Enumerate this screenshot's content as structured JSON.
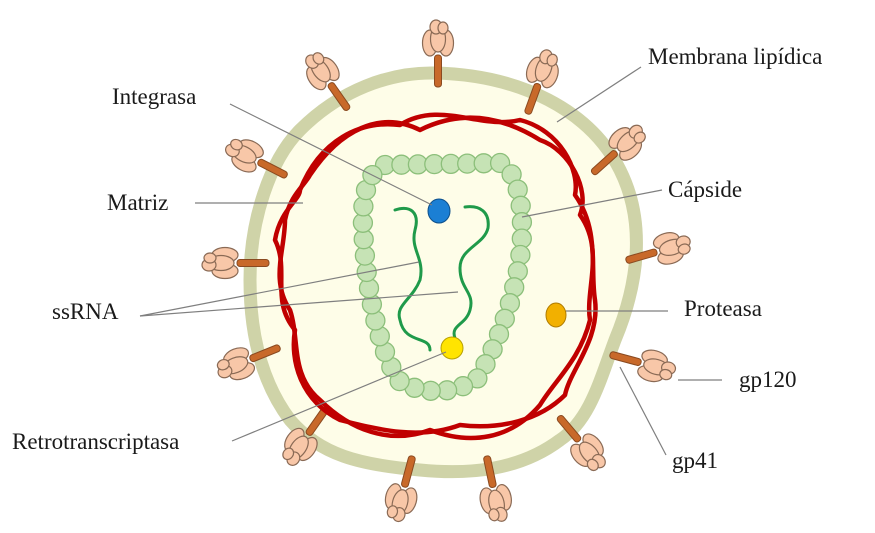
{
  "labels": {
    "membrana": "Membrana lipídica",
    "integrasa": "Integrasa",
    "capside": "Cápside",
    "matriz": "Matriz",
    "ssrna": "ssRNA",
    "proteasa": "Proteasa",
    "gp120": "gp120",
    "gp41": "gp41",
    "retro": "Retrotranscriptasa"
  },
  "colors": {
    "membrane": "#cfd3a8",
    "cytoplasm": "#fefde8",
    "matrix": "#c00000",
    "capsid_fill": "#c6e3b5",
    "capsid_stroke": "#8cbf7a",
    "rna": "#1f9a4a",
    "integrase": "#1b7fd4",
    "protease": "#f2b000",
    "reverse_transcriptase": "#ffe400",
    "spike_stem": "#c8692a",
    "spike_head": "#f8c7a8",
    "spike_outline": "#8a6a55",
    "leader_line": "#7f7f7f"
  },
  "icons": [
    "gp120-gp41-spike-icon"
  ]
}
